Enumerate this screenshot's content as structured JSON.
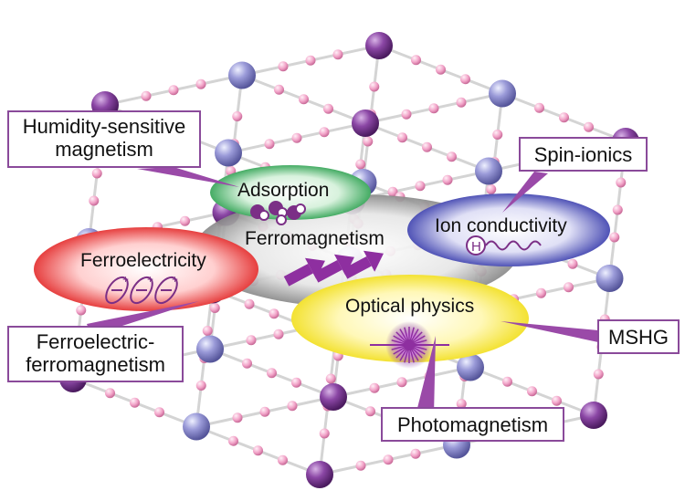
{
  "callouts": {
    "humidity": [
      "Humidity-sensitive",
      "magnetism"
    ],
    "spin_ionics": "Spin-ionics",
    "ferroelectric_ferromagnetism": [
      "Ferroelectric-",
      "ferromagnetism"
    ],
    "mshg": "MSHG",
    "photomagnetism": "Photomagnetism"
  },
  "ovals": {
    "adsorption": "Adsorption",
    "ferromagnetism": "Ferromagnetism",
    "ferroelectricity": "Ferroelectricity",
    "ion_conductivity": "Ion conductivity",
    "optical_physics": "Optical physics"
  },
  "symbols": {
    "proton": "H",
    "plus": "+",
    "minus": "-"
  },
  "colors": {
    "lattice_bond": "#d6d6d6",
    "large_atom_purple": "#7b3a93",
    "large_atom_lavender": "#8f8fd6",
    "small_atom_pink": "#f2a3c8",
    "callout_border": "#8a4a9a",
    "ferroelectricity_oval": "#e02020",
    "adsorption_oval": "#27a34a",
    "ion_conductivity_oval": "#2b2fa6",
    "optical_physics_oval": "#f2e21a",
    "ferromagnetism_oval": "#8a8a8a"
  }
}
